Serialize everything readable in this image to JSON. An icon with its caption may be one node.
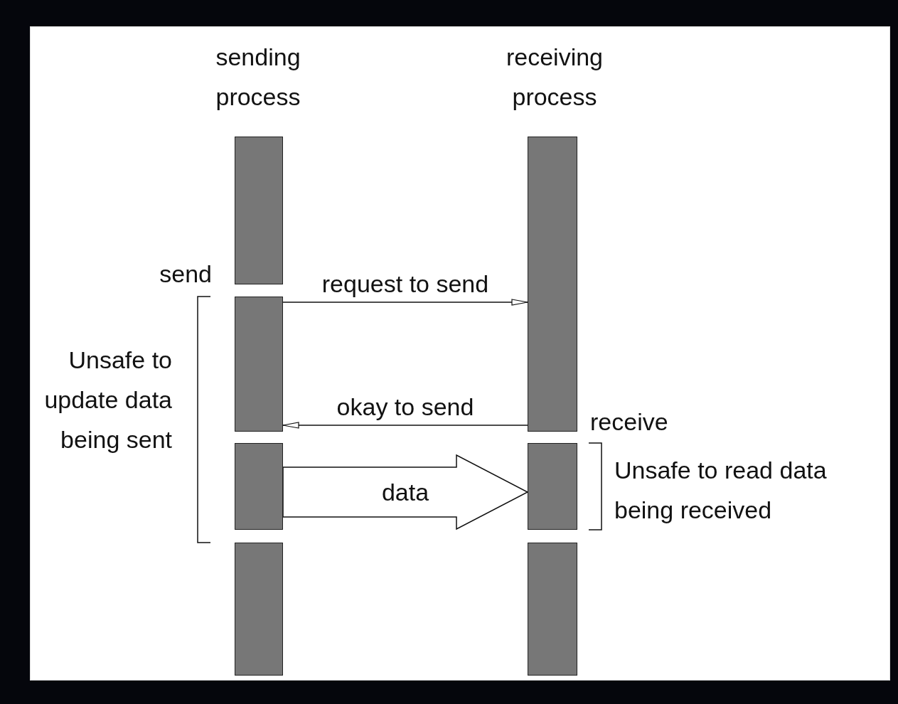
{
  "diagram": {
    "nodes": [
      {
        "text": [],
        "shape": "bar"
      },
      {
        "text": [],
        "shape": "bar"
      },
      {
        "text": [],
        "shape": "bar"
      },
      {
        "text": [],
        "shape": "bar"
      },
      {
        "text": [],
        "shape": "bar"
      },
      {
        "text": [],
        "shape": "bar"
      },
      {
        "text": [],
        "shape": "bar"
      }
    ],
    "edges": [
      {
        "from": 1,
        "to": 4,
        "arrow": "to",
        "label": "request to send"
      },
      {
        "from": 4,
        "to": 1,
        "arrow": "to",
        "label": "okay to send"
      },
      {
        "from": 2,
        "to": 5,
        "arrow": "to",
        "label": "data",
        "style": "thick"
      }
    ],
    "labels": [
      "sending process",
      "receiving process",
      "send",
      "Unsafe to update data being sent",
      "receive",
      "Unsafe to read data being received"
    ]
  }
}
